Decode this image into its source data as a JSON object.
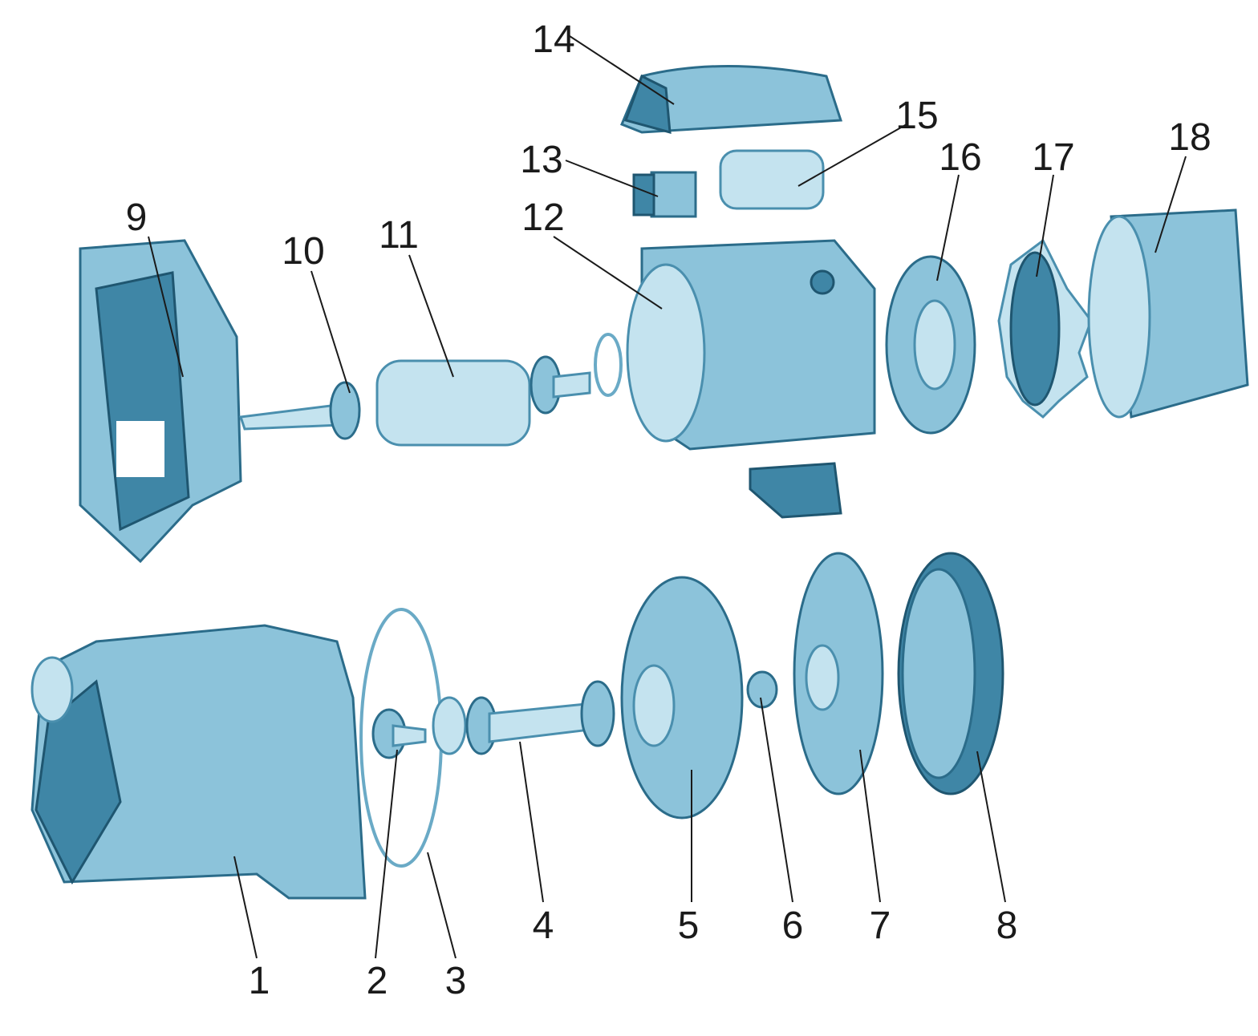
{
  "diagram": {
    "type": "exploded parts view",
    "colors": {
      "part_light": "#c4e3ef",
      "part_mid": "#8cc3da",
      "part_dark": "#3f86a6",
      "label": "#1a1a1a"
    },
    "labels": {
      "1": "1",
      "2": "2",
      "3": "3",
      "4": "4",
      "5": "5",
      "6": "6",
      "7": "7",
      "8": "8",
      "9": "9",
      "10": "10",
      "11": "11",
      "12": "12",
      "13": "13",
      "14": "14",
      "15": "15",
      "16": "16",
      "17": "17",
      "18": "18"
    }
  }
}
